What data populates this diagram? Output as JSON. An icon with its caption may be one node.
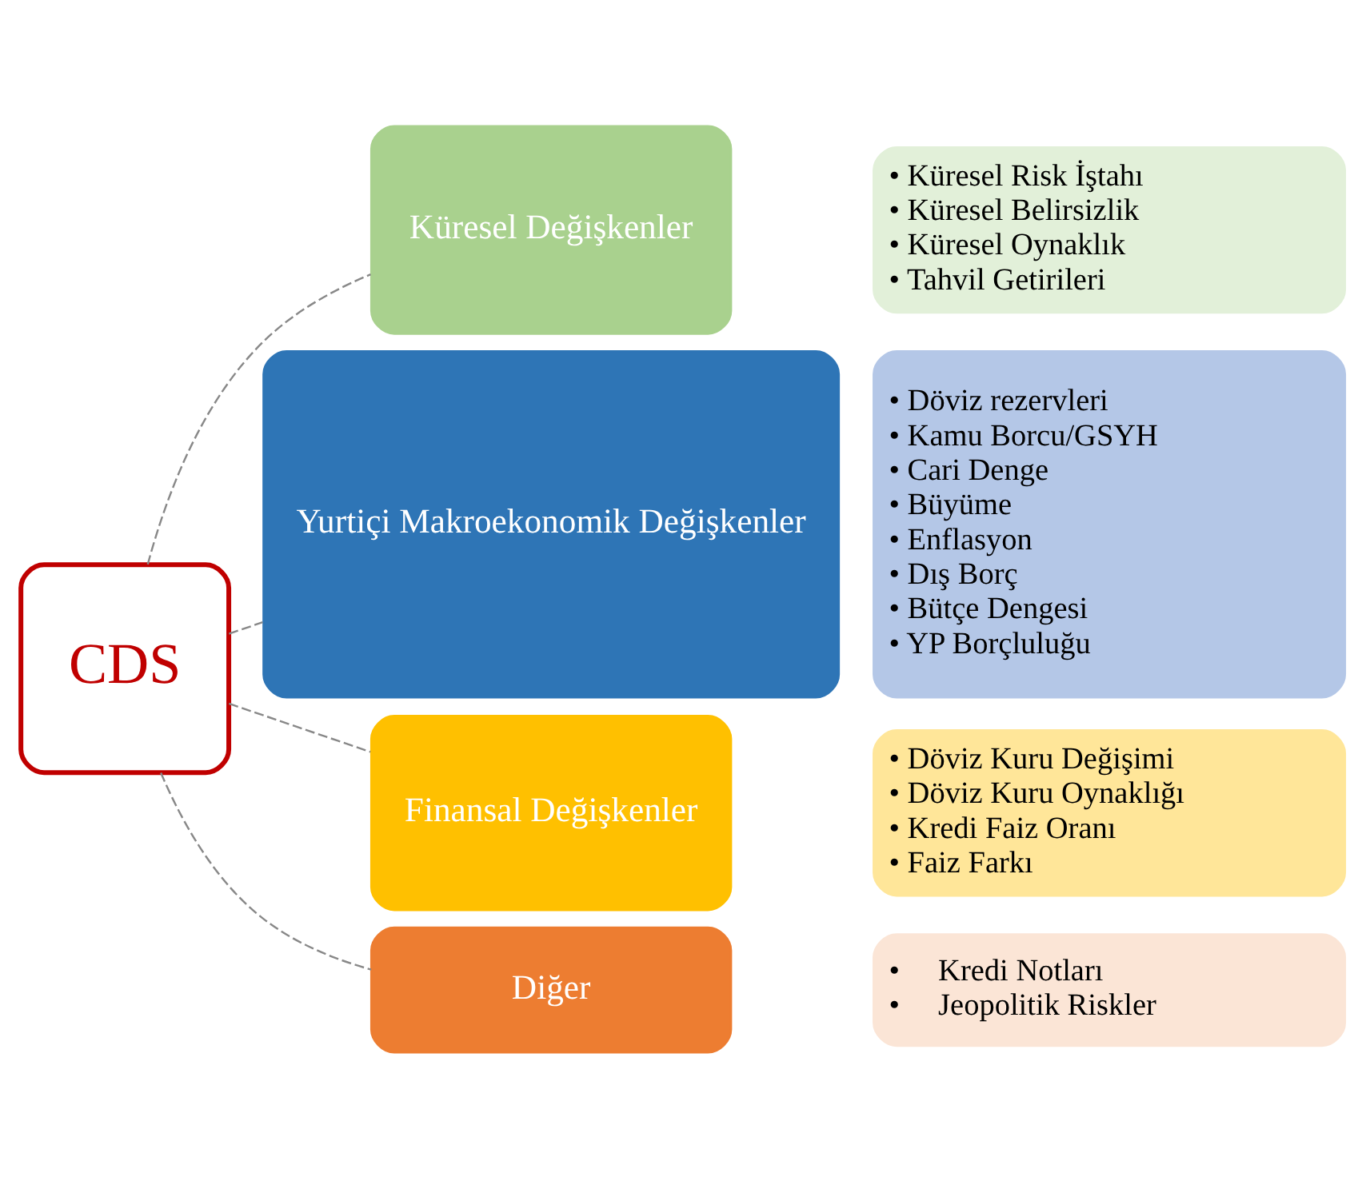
{
  "diagram": {
    "nodes": [
      {
        "text": [
          "CDS"
        ]
      },
      {
        "text": [
          "Küresel Değişkenler"
        ]
      },
      {
        "text": [
          "• Küresel Risk İştahı",
          "• Küresel Belirsizlik",
          "• Küresel Oynaklık",
          "• Tahvil Getirileri"
        ]
      },
      {
        "text": [
          "Yurtiçi Makroekonomik Değişkenler"
        ]
      },
      {
        "text": [
          "• Döviz rezervleri",
          "• Kamu Borcu/GSYH",
          "• Cari Denge",
          "• Büyüme",
          "• Enflasyon",
          "• Dış Borç",
          "• Bütçe Dengesi",
          "• YP Borçluluğu"
        ]
      },
      {
        "text": [
          "Finansal Değişkenler"
        ]
      },
      {
        "text": [
          "• Döviz Kuru Değişimi",
          "• Döviz Kuru Oynaklığı",
          "• Kredi Faiz Oranı",
          "• Faiz Farkı"
        ]
      },
      {
        "text": [
          "Diğer"
        ]
      },
      {
        "text": [
          "•     Kredi Notları",
          "•     Jeopolitik Riskler"
        ]
      }
    ],
    "edges": [
      {
        "from": 0,
        "to": 1,
        "arrow": "none",
        "style": "dashed"
      },
      {
        "from": 0,
        "to": 3,
        "arrow": "none",
        "style": "dashed"
      },
      {
        "from": 0,
        "to": 5,
        "arrow": "none",
        "style": "dashed"
      },
      {
        "from": 0,
        "to": 7,
        "arrow": "none",
        "style": "dashed"
      }
    ]
  }
}
